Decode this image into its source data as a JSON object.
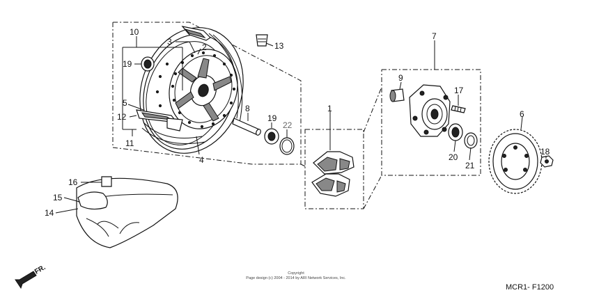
{
  "callouts": {
    "p1": "1",
    "p2": "2",
    "p3": "3",
    "p4": "4",
    "p5": "5",
    "p6": "6",
    "p7": "7",
    "p8": "8",
    "p9": "9",
    "p10": "10",
    "p11": "11",
    "p12": "12",
    "p13": "13",
    "p14": "14",
    "p15": "15",
    "p16": "16",
    "p17": "17",
    "p18": "18",
    "p19a": "19",
    "p19b": "19",
    "p20": "20",
    "p21": "21",
    "p22": "22"
  },
  "footer": {
    "copyright_line1": "Copyright",
    "copyright_line2": "Page design (c) 2004 - 2014 by ARI Network Services, Inc.",
    "direction_label": "FR.",
    "diagram_code": "MCR1- F1200"
  }
}
